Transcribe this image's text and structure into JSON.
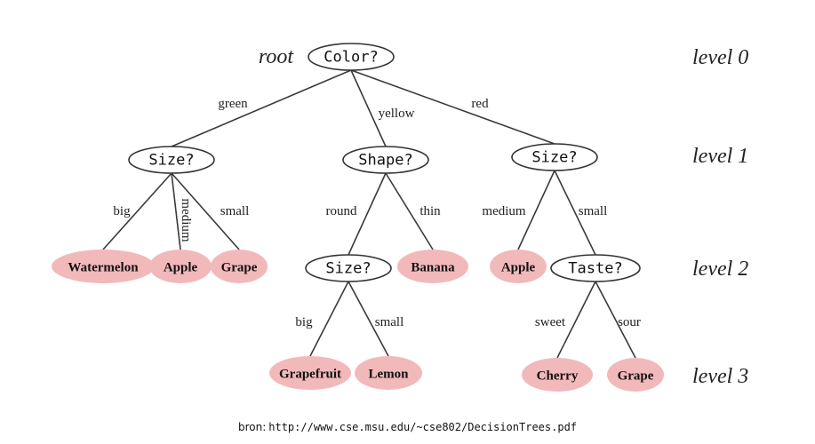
{
  "diagram": {
    "root_label": "root",
    "levels": [
      "level 0",
      "level 1",
      "level 2",
      "level 3"
    ],
    "nodes": [
      {
        "id": "n0",
        "kind": "question",
        "label": "Color?"
      },
      {
        "id": "n1",
        "kind": "question",
        "label": "Size?"
      },
      {
        "id": "n2",
        "kind": "question",
        "label": "Shape?"
      },
      {
        "id": "n3",
        "kind": "question",
        "label": "Size?"
      },
      {
        "id": "n4",
        "kind": "leaf",
        "label": "Watermelon"
      },
      {
        "id": "n5",
        "kind": "leaf",
        "label": "Apple"
      },
      {
        "id": "n6",
        "kind": "leaf",
        "label": "Grape"
      },
      {
        "id": "n7",
        "kind": "question",
        "label": "Size?"
      },
      {
        "id": "n8",
        "kind": "leaf",
        "label": "Banana"
      },
      {
        "id": "n9",
        "kind": "leaf",
        "label": "Apple"
      },
      {
        "id": "n10",
        "kind": "question",
        "label": "Taste?"
      },
      {
        "id": "n11",
        "kind": "leaf",
        "label": "Grapefruit"
      },
      {
        "id": "n12",
        "kind": "leaf",
        "label": "Lemon"
      },
      {
        "id": "n13",
        "kind": "leaf",
        "label": "Cherry"
      },
      {
        "id": "n14",
        "kind": "leaf",
        "label": "Grape"
      }
    ],
    "edges": [
      {
        "from": "n0",
        "to": "n1",
        "label": "green"
      },
      {
        "from": "n0",
        "to": "n2",
        "label": "yellow"
      },
      {
        "from": "n0",
        "to": "n3",
        "label": "red"
      },
      {
        "from": "n1",
        "to": "n4",
        "label": "big"
      },
      {
        "from": "n1",
        "to": "n5",
        "label": "medium"
      },
      {
        "from": "n1",
        "to": "n6",
        "label": "small"
      },
      {
        "from": "n2",
        "to": "n7",
        "label": "round"
      },
      {
        "from": "n2",
        "to": "n8",
        "label": "thin"
      },
      {
        "from": "n3",
        "to": "n9",
        "label": "medium"
      },
      {
        "from": "n3",
        "to": "n10",
        "label": "small"
      },
      {
        "from": "n7",
        "to": "n11",
        "label": "big"
      },
      {
        "from": "n7",
        "to": "n12",
        "label": "small"
      },
      {
        "from": "n10",
        "to": "n13",
        "label": "sweet"
      },
      {
        "from": "n10",
        "to": "n14",
        "label": "sour"
      }
    ],
    "colors": {
      "leaf_fill": "#f2b9ba",
      "node_stroke": "#333333",
      "edge": "#3a3a3a"
    }
  },
  "source": {
    "prefix": "bron:",
    "url": "http://www.cse.msu.edu/~cse802/DecisionTrees.pdf"
  }
}
